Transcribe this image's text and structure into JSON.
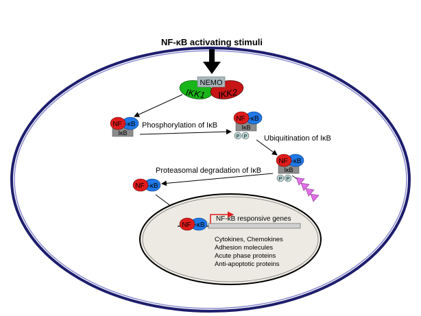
{
  "stimulus_label": "NF-κB activating stimuli",
  "nemo_label": "NEMO",
  "ikk1_label": "IKK1",
  "ikk2_label": "IKK2",
  "nfkb_label": {
    "nf": "NF",
    "kb": "-κB"
  },
  "ikb_label": "IκB",
  "phospho_label": "P",
  "steps": {
    "phosphorylation": "Phosphorylation of IκB",
    "ubiquitination": "Ubiquitination of IκB",
    "degradation": "Proteasomal degradation of IκB"
  },
  "nucleus": {
    "gene_label": "NF-κB responsive genes",
    "gene_products": [
      "Cytokines, Chemokines",
      "Adhesion molecules",
      "Acute phase proteins",
      "Anti-apoptotic proteins"
    ]
  },
  "colors": {
    "membrane": "#3a3aa0",
    "nucleus_fill": "#eceae2",
    "nf_red": "#e01b1b",
    "kb_blue": "#1f78e6",
    "ikb_gray": "#8c8c8c",
    "nemo_gray": "#a9b7bb",
    "ikk1_green": "#19b619",
    "ikk2_red": "#c81515",
    "phospho_fill": "#b8d6d6",
    "ubiquitin_pink": "#e070e8",
    "promoter_red": "#e01b1b"
  }
}
